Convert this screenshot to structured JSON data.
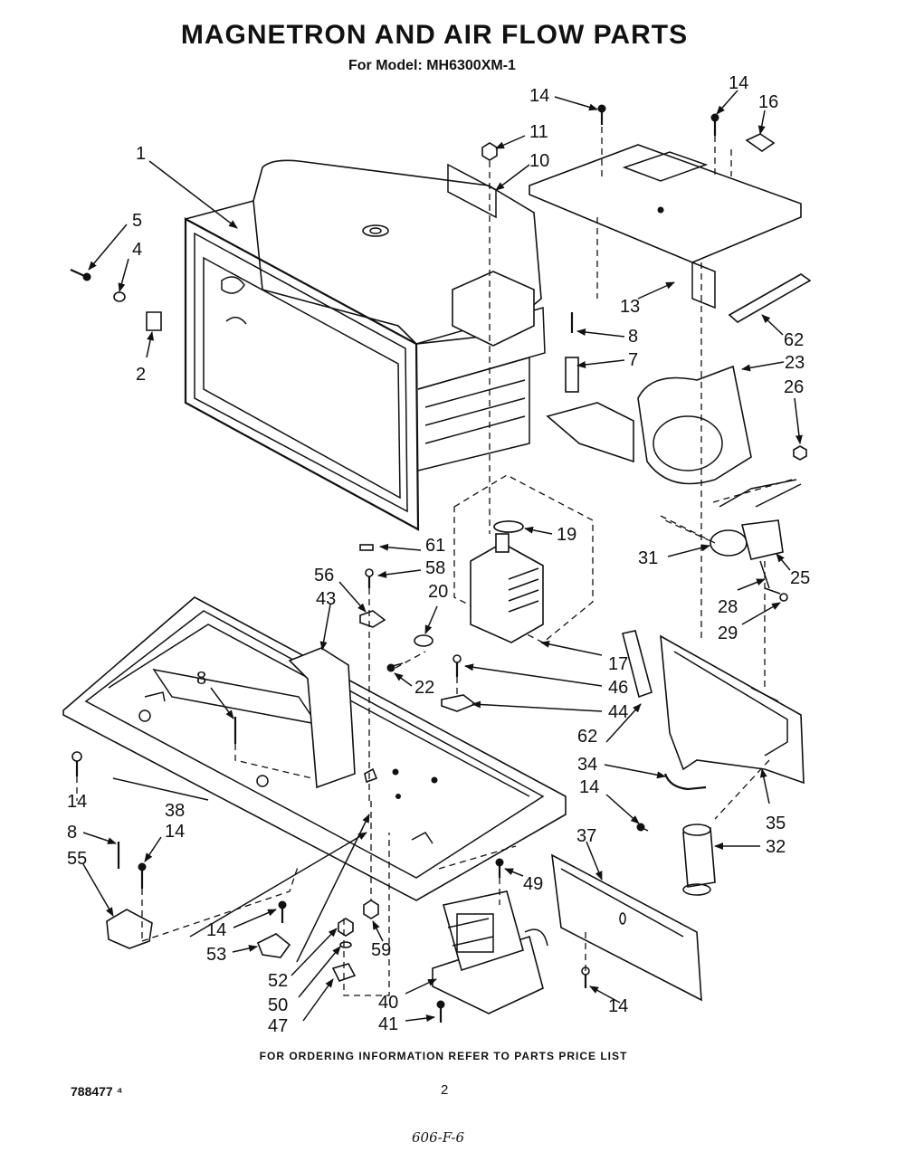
{
  "title": "MAGNETRON AND AIR FLOW PARTS",
  "subtitle": "For Model: MH6300XM-1",
  "footer_note": "FOR ORDERING INFORMATION REFER TO PARTS PRICE LIST",
  "doc_number": "788477 ⁴",
  "page_number": "2",
  "handwritten_note": "606-F-6",
  "callouts": {
    "c1": "1",
    "c2": "2",
    "c4": "4",
    "c5": "5",
    "c7": "7",
    "c8a": "8",
    "c8b": "8",
    "c8c": "8",
    "c10": "10",
    "c11": "11",
    "c13": "13",
    "c14a": "14",
    "c14b": "14",
    "c14c": "14",
    "c14d": "14",
    "c14e": "14",
    "c14f": "14",
    "c14g": "14",
    "c16": "16",
    "c17": "17",
    "c19": "19",
    "c20": "20",
    "c22": "22",
    "c23": "23",
    "c25": "25",
    "c26": "26",
    "c28": "28",
    "c29": "29",
    "c31": "31",
    "c32": "32",
    "c34": "34",
    "c35": "35",
    "c37": "37",
    "c38": "38",
    "c40": "40",
    "c41": "41",
    "c43": "43",
    "c44": "44",
    "c46": "46",
    "c47": "47",
    "c49": "49",
    "c50": "50",
    "c52": "52",
    "c53": "53",
    "c55": "55",
    "c56": "56",
    "c58": "58",
    "c59": "59",
    "c61": "61",
    "c62a": "62",
    "c62b": "62"
  }
}
